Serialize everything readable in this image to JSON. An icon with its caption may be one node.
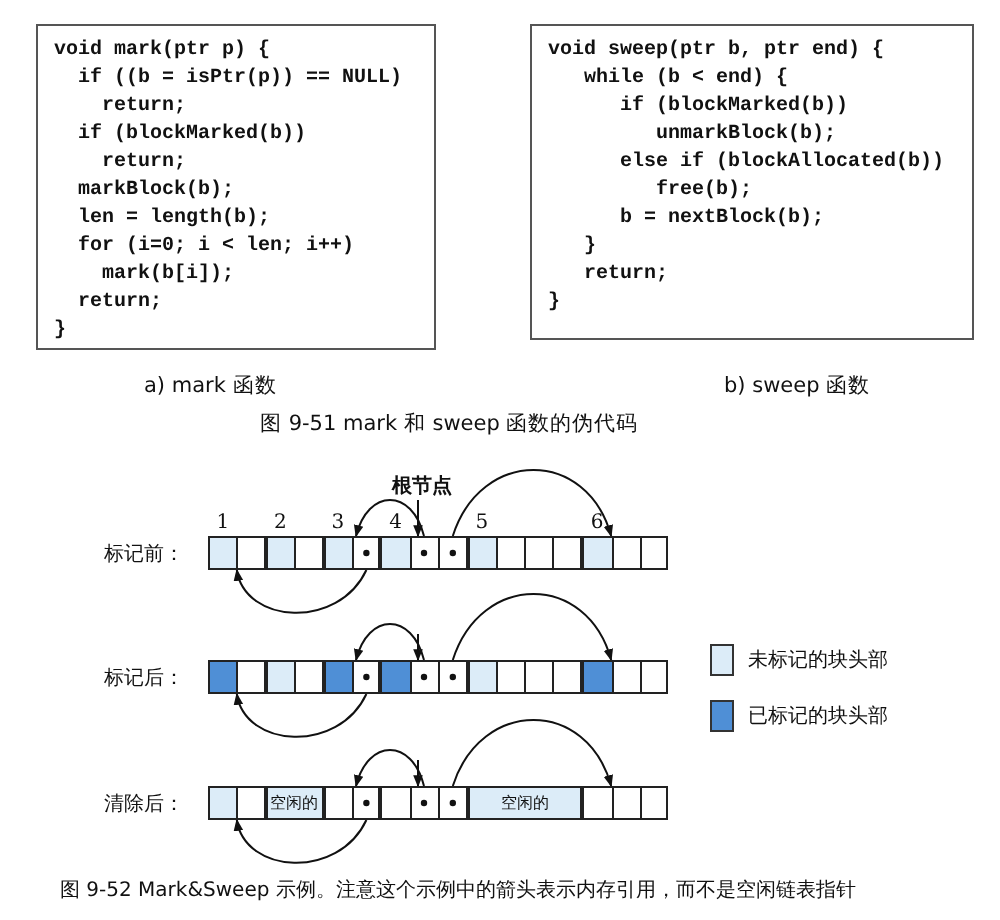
{
  "diagram": {
    "caption": "图 9-52 Mark&Sweep 示例。注意这个示例中的箭头表示内存引用，而不是空闲链表指针",
    "nodes": [
      {
        "text": [
          "void mark(ptr p) {",
          "  if ((b = isPtr(p)) == NULL)",
          "    return;",
          "  if (blockMarked(b))",
          "    return;",
          "  markBlock(b);",
          "  len = length(b);",
          "  for (i=0; i < len; i++)",
          "    mark(b[i]);",
          "  return;",
          "}"
        ],
        "beside": [
          "a) mark 函数"
        ]
      },
      {
        "text": [
          "void sweep(ptr b, ptr end) {",
          "   while (b < end) {",
          "      if (blockMarked(b))",
          "         unmarkBlock(b);",
          "      else if (blockAllocated(b))",
          "         free(b);",
          "      b = nextBlock(b);",
          "   }",
          "   return;",
          "}"
        ],
        "beside": [
          "b) sweep 函数"
        ]
      },
      {
        "text": [
          "根节点"
        ]
      },
      {
        "text": [],
        "shape": "box"
      },
      {
        "text": [],
        "shape": "box"
      },
      {
        "text": [],
        "shape": "box"
      },
      {
        "text": [],
        "shape": "box"
      },
      {
        "text": [],
        "shape": "box"
      },
      {
        "text": [],
        "shape": "box"
      },
      {
        "text": [],
        "shape": "box"
      },
      {
        "text": [],
        "shape": "box"
      },
      {
        "text": [],
        "shape": "box"
      },
      {
        "text": [],
        "shape": "box"
      },
      {
        "text": [],
        "shape": "box"
      },
      {
        "text": [],
        "shape": "box"
      },
      {
        "text": [],
        "shape": "box"
      },
      {
        "text": [
          "空闲的"
        ]
      },
      {
        "text": [],
        "shape": "box"
      },
      {
        "text": [],
        "shape": "box"
      },
      {
        "text": [
          "空闲的"
        ]
      },
      {
        "text": [],
        "shape": "box"
      }
    ],
    "edges": [
      {
        "from": 2,
        "to": 6,
        "arrow": "to"
      },
      {
        "from": 6,
        "to": 5,
        "arrow": "to"
      },
      {
        "from": 5,
        "to": 3,
        "arrow": "to"
      },
      {
        "from": 6,
        "to": 8,
        "arrow": "to"
      },
      {
        "from": null,
        "to": 12,
        "arrow": "to"
      },
      {
        "from": 12,
        "to": 11,
        "arrow": "to"
      },
      {
        "from": 11,
        "to": 9,
        "arrow": "to"
      },
      {
        "from": 12,
        "to": 14,
        "arrow": "to"
      },
      {
        "from": null,
        "to": 18,
        "arrow": "to"
      },
      {
        "from": 18,
        "to": 17,
        "arrow": "to"
      },
      {
        "from": 17,
        "to": 15,
        "arrow": "to"
      },
      {
        "from": 18,
        "to": 20,
        "arrow": "to"
      }
    ],
    "labels": [
      "图 9-51 mark 和 sweep 函数的伪代码",
      "1",
      "2",
      "3",
      "4",
      "5",
      "6",
      "标记前：",
      "标记后：",
      "清除后："
    ],
    "legend": [
      {
        "text": "未标记的块头部",
        "color": "#dcecf8"
      },
      {
        "text": "已标记的块头部",
        "color": "#4f8fd6"
      }
    ]
  }
}
